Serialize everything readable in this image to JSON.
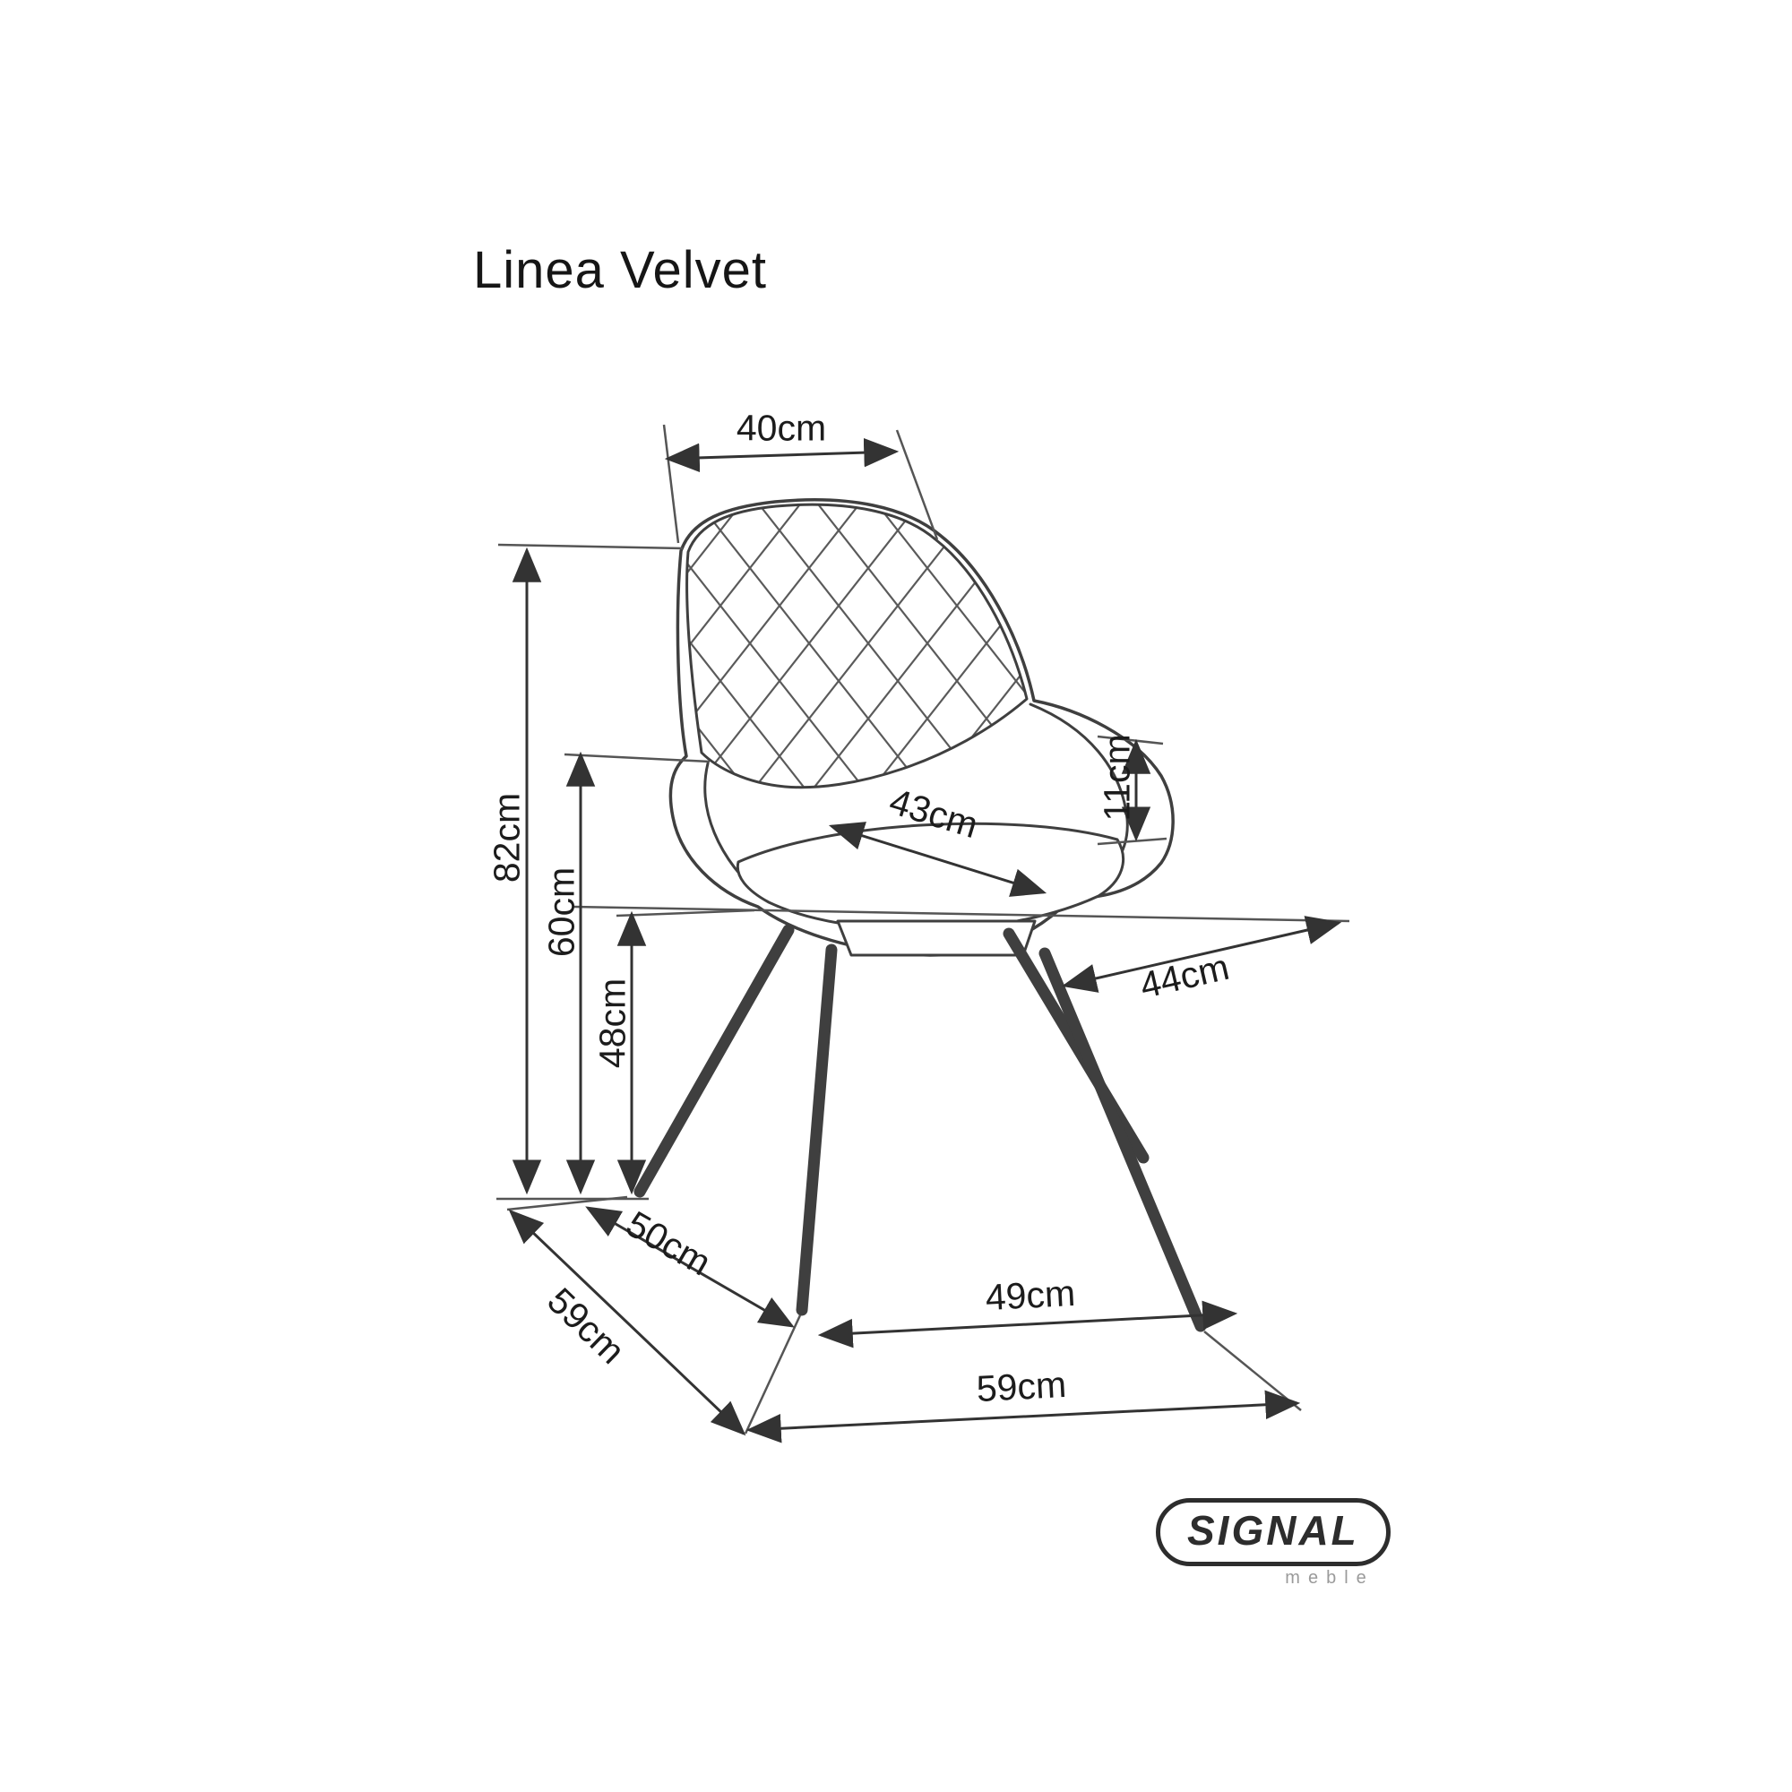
{
  "title": "Linea Velvet",
  "logo": {
    "name": "SIGNAL",
    "tagline": "meble"
  },
  "drawing": {
    "subject": "upholstered armchair dimensional line drawing",
    "line_color": "#3a3a3a",
    "dims": {
      "back_width": "40cm",
      "total_height": "82cm",
      "armrest_height": "60cm",
      "seat_height": "48cm",
      "backrest_lip": "11cm",
      "seat_depth": "43cm",
      "seat_width": "44cm",
      "footprint_depth_inner": "50cm",
      "footprint_depth": "59cm",
      "footprint_width_inner": "49cm",
      "footprint_width": "59cm"
    }
  }
}
